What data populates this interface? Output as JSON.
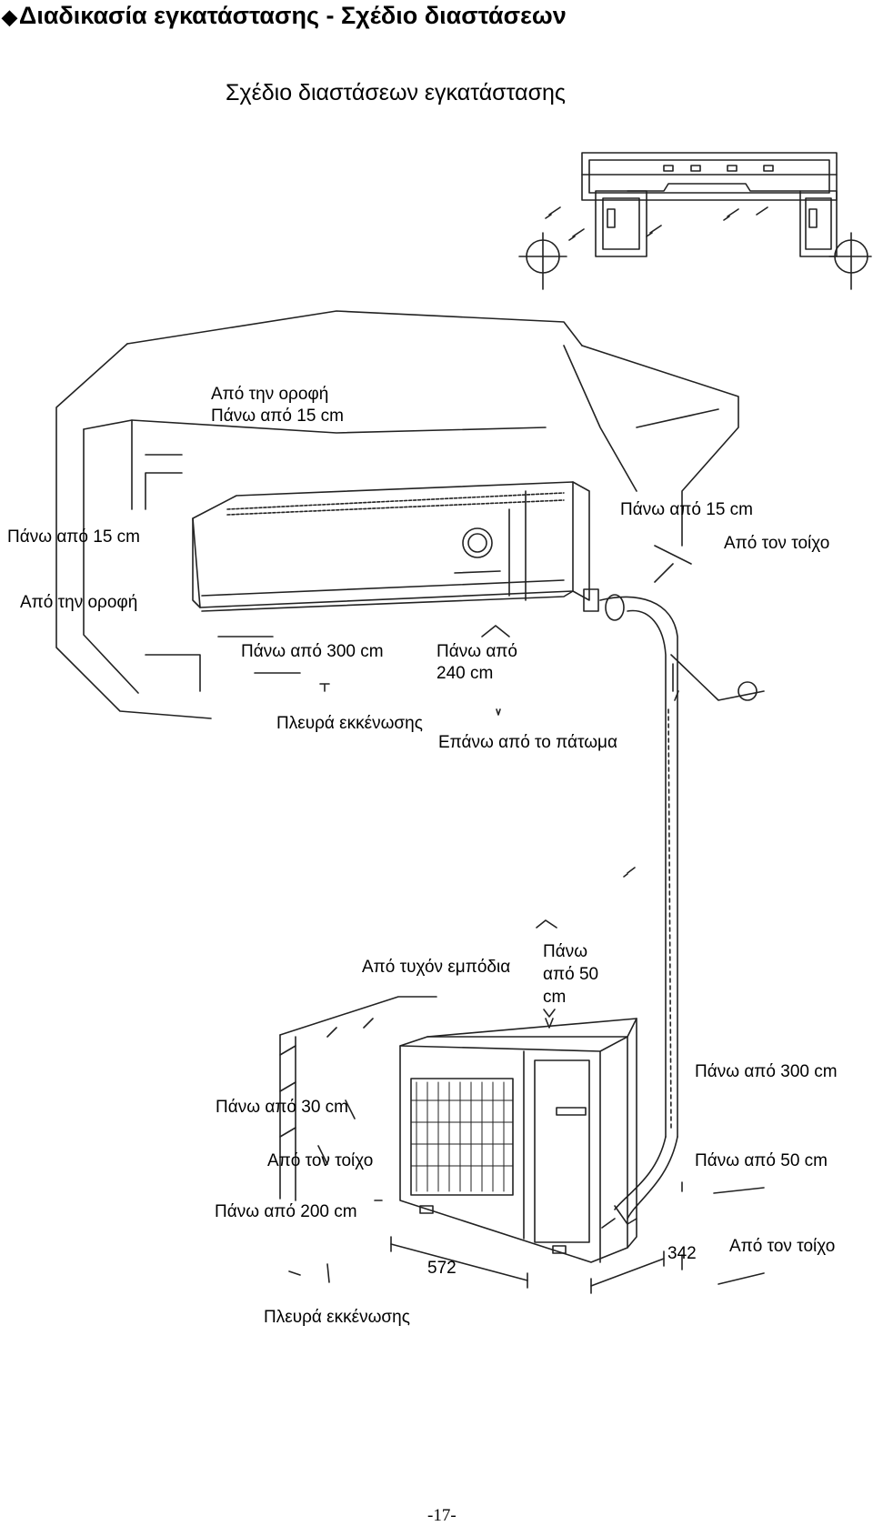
{
  "heading": {
    "bullet": "◆",
    "text": "Διαδικασία εγκατάστασης - Σχέδιο διαστάσεων"
  },
  "subtitle": "Σχέδιο διαστάσεων εγκατάστασης",
  "labels": {
    "ceiling_top_line1": "Από την οροφή",
    "ceiling_top_line2": "Πάνω από 15 cm",
    "left_above15": "Πάνω από 15 cm",
    "left_ceiling": "Από την οροφή",
    "right_above15": "Πάνω από 15 cm",
    "right_wall": "Από τον τοίχο",
    "above300_indoor": "Πάνω από 300 cm",
    "above240_line1": "Πάνω από",
    "above240_line2": "240 cm",
    "drain_side_indoor": "Πλευρά εκκένωσης",
    "above_floor": "Επάνω από το πάτωμα",
    "obstacles": "Από τυχόν εμπόδια",
    "above50_line1": "Πάνω",
    "above50_line2": "από 50",
    "above50_line3": "cm",
    "right_above300": "Πάνω από 300 cm",
    "above30": "Πάνω από 30 cm",
    "outdoor_left_wall": "Από τον τοίχο",
    "right_above50": "Πάνω από 50 cm",
    "above200": "Πάνω από 200 cm",
    "dim_572": "572",
    "dim_342": "342",
    "outdoor_right_wall": "Από τον τοίχο",
    "drain_side_outdoor": "Πλευρά εκκένωσης"
  },
  "page_number": "-17-"
}
